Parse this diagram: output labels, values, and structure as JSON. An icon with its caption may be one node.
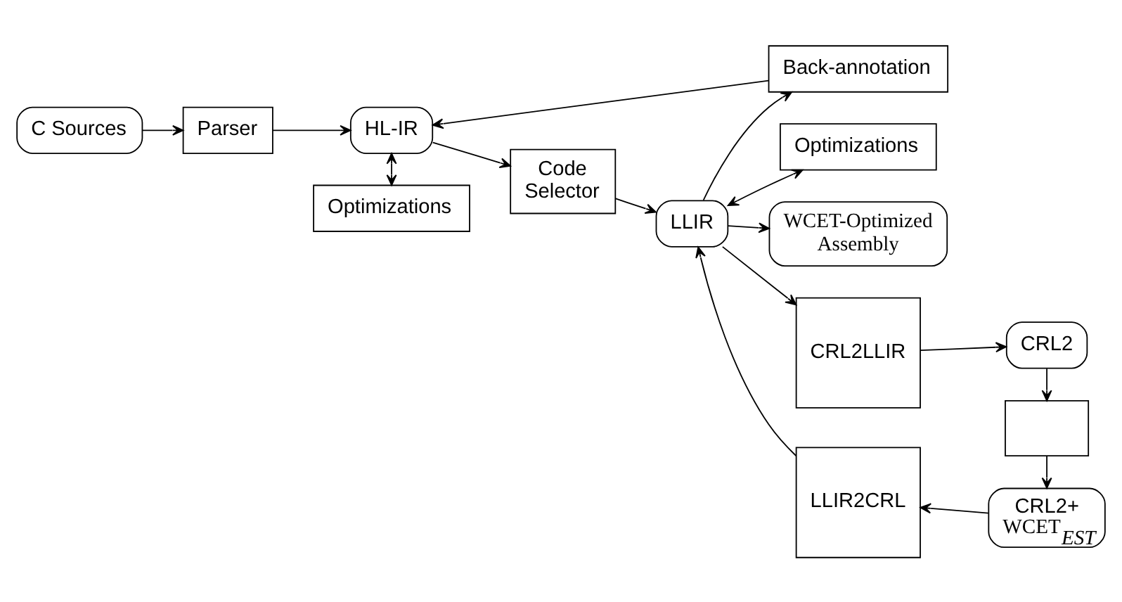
{
  "diagram": {
    "nodes": [
      {
        "text": [
          "C Sources"
        ]
      },
      {
        "text": [
          "Parser"
        ]
      },
      {
        "text": [
          "HL-IR"
        ]
      },
      {
        "text": [
          "Optimizations"
        ]
      },
      {
        "text": [
          "Code Selector"
        ]
      },
      {
        "text": [
          "Back-annotation"
        ]
      },
      {
        "text": [
          "LLIR"
        ]
      },
      {
        "text": [
          "Optimizations"
        ]
      },
      {
        "text": [
          "WCET-Optimized Assembly"
        ]
      },
      {
        "text": [
          "CRL2LLIR"
        ]
      },
      {
        "text": [
          "LLIR2CRL"
        ]
      },
      {
        "text": [
          "CRL2"
        ]
      },
      {
        "text": [],
        "shape": "box"
      },
      {
        "text": [
          "CRL2+",
          "WCET$_{EST}$"
        ]
      }
    ],
    "edges": [
      {
        "from": 0,
        "to": 1,
        "arrow": "to"
      },
      {
        "from": 1,
        "to": 2,
        "arrow": "to"
      },
      {
        "from": 2,
        "to": 3,
        "arrow": "both"
      },
      {
        "from": 2,
        "to": 4,
        "arrow": "to"
      },
      {
        "from": 4,
        "to": 6,
        "arrow": "to"
      },
      {
        "from": 6,
        "to": 5,
        "arrow": "to"
      },
      {
        "from": 5,
        "to": 2,
        "arrow": "to"
      },
      {
        "from": 6,
        "to": 7,
        "arrow": "both"
      },
      {
        "from": 6,
        "to": 8,
        "arrow": "to"
      },
      {
        "from": 6,
        "to": 9,
        "arrow": "to"
      },
      {
        "from": 9,
        "to": 11,
        "arrow": "to"
      },
      {
        "from": 11,
        "to": 12,
        "arrow": "to"
      },
      {
        "from": 12,
        "to": 13,
        "arrow": "to"
      },
      {
        "from": 13,
        "to": 10,
        "arrow": "to"
      },
      {
        "from": 10,
        "to": 6,
        "arrow": "to"
      }
    ]
  }
}
